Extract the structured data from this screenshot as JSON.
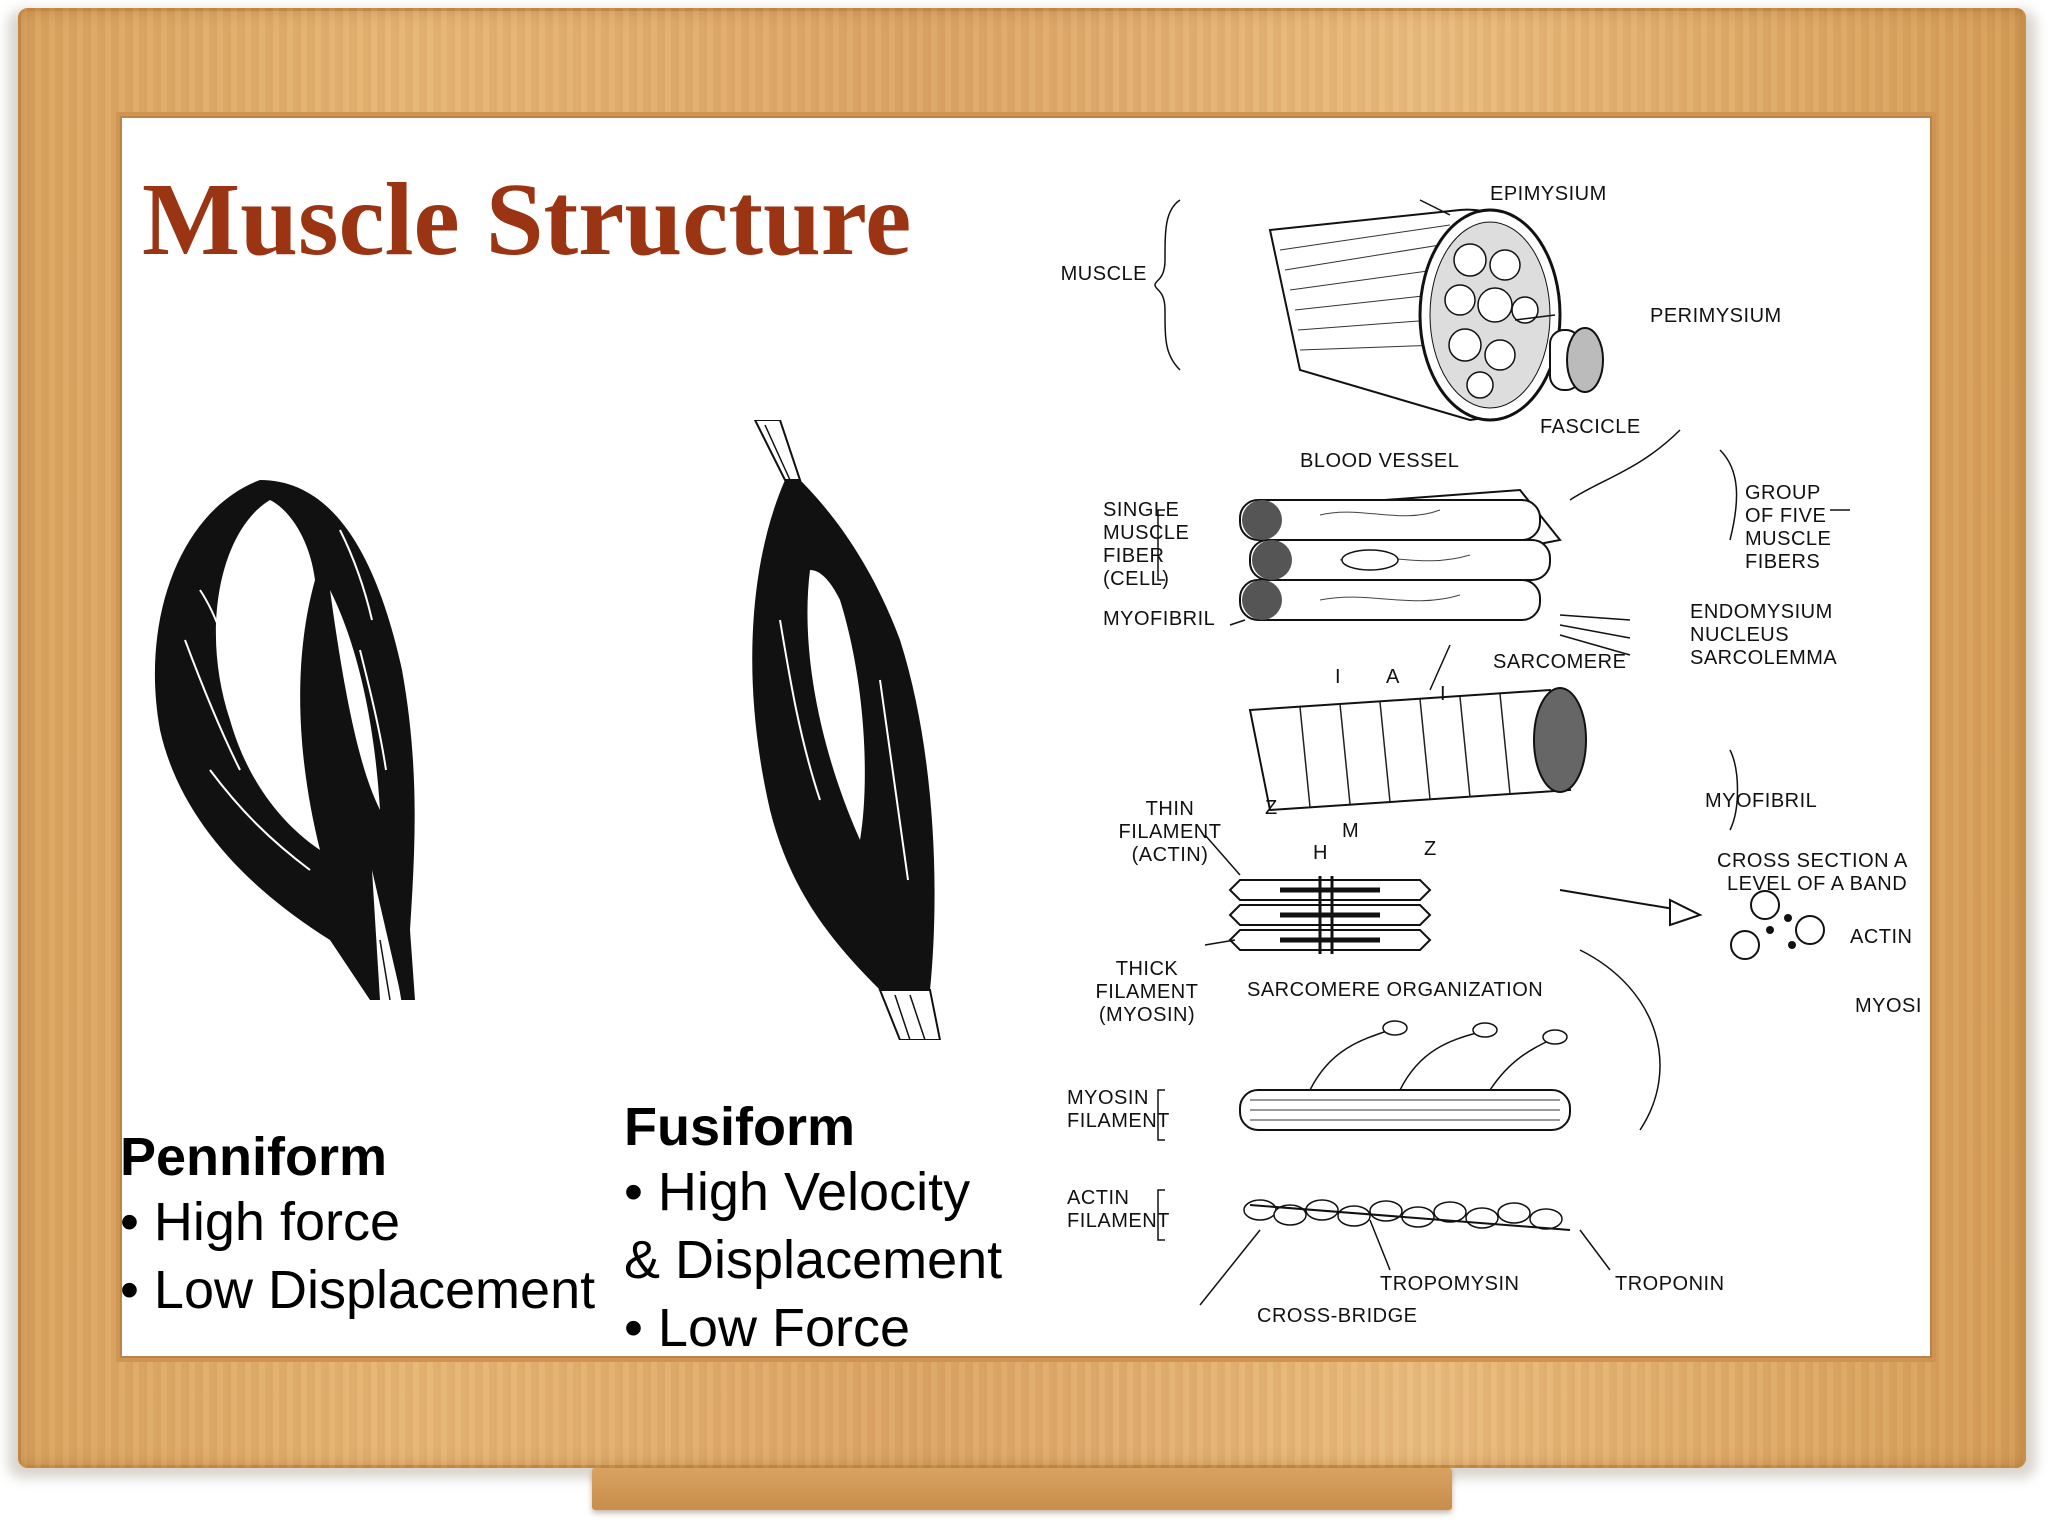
{
  "slide": {
    "title": "Muscle Structure",
    "penniform": {
      "heading": "Penniform",
      "bullets": [
        "• High force",
        "• Low Displacement"
      ]
    },
    "fusiform": {
      "heading": "Fusiform",
      "bullets": [
        "• High Velocity",
        "& Displacement",
        "• Low Force"
      ]
    }
  },
  "diagram_labels": {
    "epimysium": "EPIMYSIUM",
    "muscle": "MUSCLE",
    "perimysium": "PERIMYSIUM",
    "fascicle": "FASCICLE",
    "blood_vessel": "BLOOD VESSEL",
    "group_of_five": [
      "GROUP",
      "OF FIVE",
      "MUSCLE",
      "FIBERS"
    ],
    "single_fiber": [
      "SINGLE",
      "MUSCLE",
      "FIBER",
      "(CELL)"
    ],
    "myofibril_left": "MYOFIBRIL",
    "endomysium": "ENDOMYSIUM",
    "nucleus": "NUCLEUS",
    "sarcolemma": "SARCOLEMMA",
    "sarcomere": "SARCOMERE",
    "band_i1": "I",
    "band_a": "A",
    "band_i2": "I",
    "myofibril_right": "MYOFIBRIL",
    "z1": "Z",
    "m": "M",
    "h": "H",
    "z2": "Z",
    "thin_filament": [
      "THIN",
      "FILAMENT",
      "(ACTIN)"
    ],
    "cross_section": [
      "CROSS SECTION A",
      "LEVEL OF A BAND"
    ],
    "actin": "ACTIN",
    "myosin_short": "MYOSI",
    "thick_filament": [
      "THICK",
      "FILAMENT",
      "(MYOSIN)"
    ],
    "sarcomere_org": "SARCOMERE ORGANIZATION",
    "myosin_filament": [
      "MYOSIN",
      "FILAMENT"
    ],
    "actin_filament": [
      "ACTIN",
      "FILAMENT"
    ],
    "tropomysin": "TROPOMYSIN",
    "troponin": "TROPONIN",
    "cross_bridge": "CROSS-BRIDGE"
  },
  "colors": {
    "title": "#9a3412",
    "frame_wood": "#e0ad6b",
    "board": "#ffffff"
  }
}
